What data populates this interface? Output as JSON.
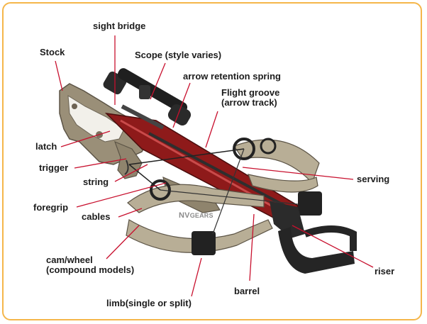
{
  "diagram": {
    "watermark": {
      "main": "NV",
      "sub": "GEARS"
    },
    "labels": {
      "sight_bridge": "sight bridge",
      "stock": "Stock",
      "scope": "Scope (style varies)",
      "arrow_retention_spring": "arrow retention spring",
      "flight_groove_line1": "Flight groove",
      "flight_groove_line2": "(arrow track)",
      "latch": "latch",
      "trigger": "trigger",
      "string": "string",
      "foregrip": "foregrip",
      "cables": "cables",
      "serving": "serving",
      "cam_wheel_line1": "cam/wheel",
      "cam_wheel_line2": "(compound models)",
      "riser": "riser",
      "barrel": "barrel",
      "limb": "limb(single or split)"
    },
    "colors": {
      "frame": "#f5b64a",
      "leader": "#c8102e",
      "rail": "#8e1a1a",
      "camo": "#9a8f78"
    }
  }
}
